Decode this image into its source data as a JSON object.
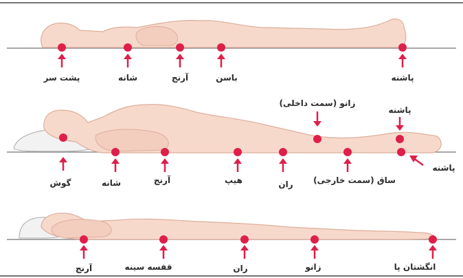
{
  "colors": {
    "skin": "#f7d9cc",
    "skin_stroke": "#dcae9a",
    "point": "#de1f4a",
    "arrow": "#de1f4a",
    "surface": "#8a8a8a",
    "pillow": "#f2f2f2",
    "text": "#2a2a2a",
    "frame": "#444444"
  },
  "panels": [
    {
      "id": "supine",
      "labels": {
        "occiput": "پشت سر",
        "shoulder": "شانه",
        "elbow": "آرنج",
        "sacrum": "باسن",
        "heel": "پاشنه"
      }
    },
    {
      "id": "lateral",
      "labels": {
        "ear": "گوش",
        "shoulder": "شانه",
        "elbow": "آرنج",
        "hip": "هیپ",
        "thigh": "ران",
        "leg": "ساق (سمت خارجی)",
        "knee_inner": "زانو (سمت داخلی)",
        "heel_top": "پاشنه",
        "heel_side": "پاشنه"
      }
    },
    {
      "id": "prone",
      "labels": {
        "elbow": "آرنج",
        "chest": "قفسه سینه",
        "thigh": "ران",
        "knee": "زانو",
        "toes": "انگشتان پا"
      }
    }
  ]
}
